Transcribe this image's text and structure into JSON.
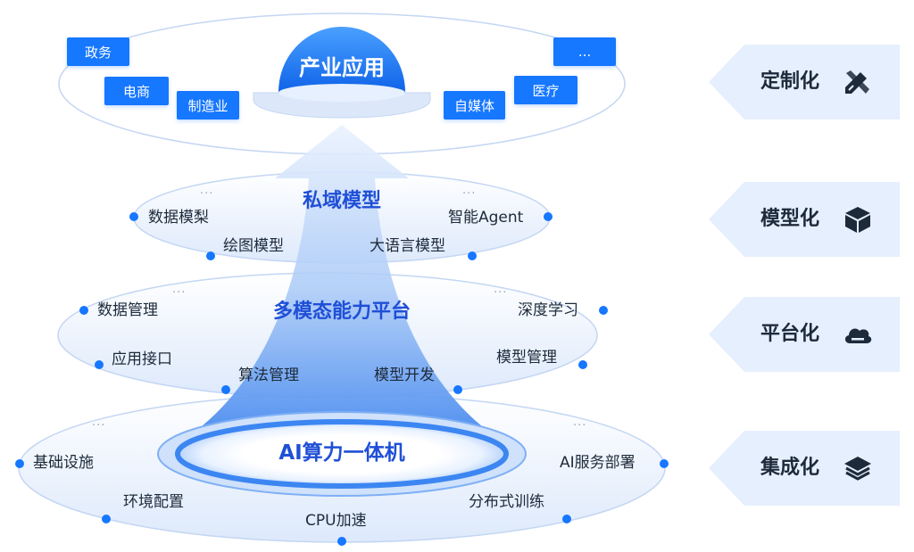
{
  "top": {
    "center": "产业应用",
    "tags": [
      "政务",
      "电商",
      "制造业",
      "自媒体",
      "医疗",
      "..."
    ]
  },
  "private_model": {
    "title": "私域模型",
    "ellipsis": [
      "...",
      "..."
    ],
    "items": [
      "数据模梨",
      "绘图模型",
      "大语言模型",
      "智能Agent"
    ]
  },
  "platform": {
    "title": "多模态能力平台",
    "ellipsis": [
      "...",
      "..."
    ],
    "items": [
      "数据管理",
      "应用接口",
      "算法管理",
      "模型开发",
      "模型管理",
      "深度学习"
    ]
  },
  "compute": {
    "title": "AI算力一体机",
    "ellipsis": [
      "...",
      "..."
    ],
    "items": [
      "基础设施",
      "环境配置",
      "CPU加速",
      "分布式训练",
      "AI服务部署"
    ]
  },
  "side": [
    {
      "label": "定制化",
      "icon": "pencil-ruler-icon"
    },
    {
      "label": "模型化",
      "icon": "cube-icon"
    },
    {
      "label": "平台化",
      "icon": "cloud-icon"
    },
    {
      "label": "集成化",
      "icon": "layers-icon"
    }
  ],
  "colors": {
    "accent": "#1677ff",
    "title": "#1f4fd6",
    "side_bg": "#e6effd",
    "text": "#1d2a3a"
  }
}
